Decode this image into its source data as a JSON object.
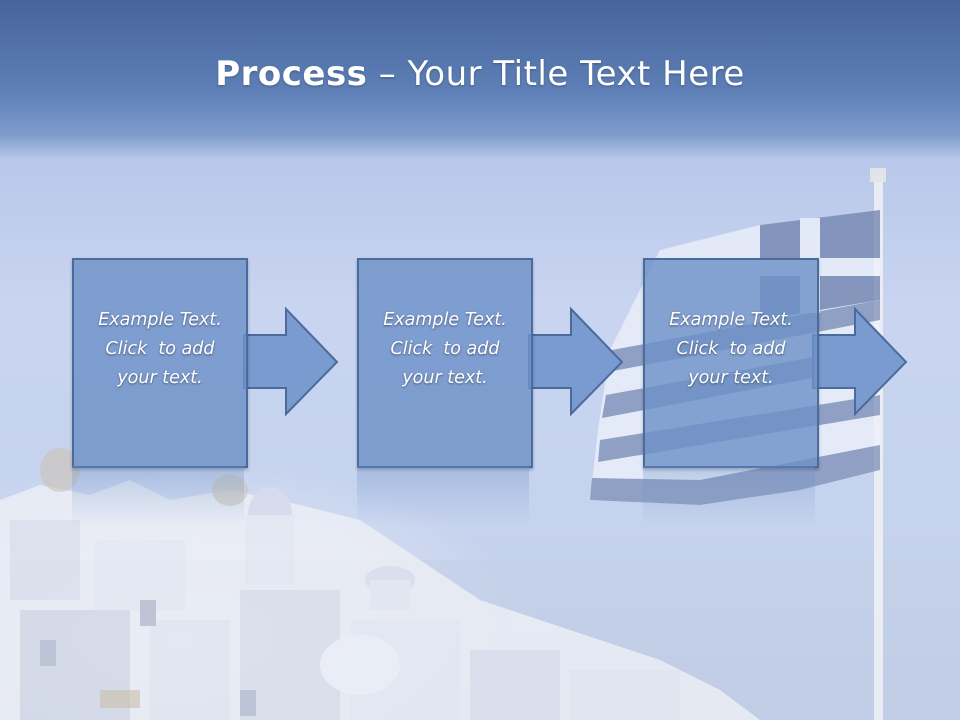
{
  "slide": {
    "title_bold": "Process",
    "title_rest": " – Your Title Text Here"
  },
  "steps": [
    {
      "line1": "Example Text.",
      "line2": "Click  to add",
      "line3": "your text."
    },
    {
      "line1": "Example Text.",
      "line2": "Click  to add",
      "line3": "your text."
    },
    {
      "line1": "Example Text.",
      "line2": "Click  to add",
      "line3": "your text."
    }
  ],
  "colors": {
    "box_fill": "#6e91c8",
    "box_border": "#4a6b9c",
    "title_band": "#5d7fb6",
    "text": "#ffffff"
  }
}
